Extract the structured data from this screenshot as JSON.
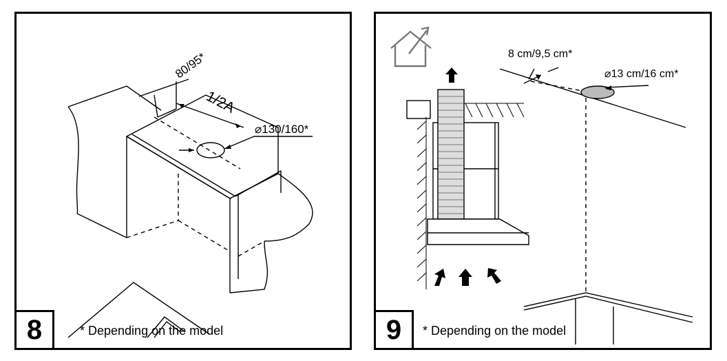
{
  "panel_8": {
    "step": "8",
    "footnote": "* Depending on the model",
    "label_distance": "80/95*",
    "label_half": "1/2A",
    "label_diameter": "⌀130/160*"
  },
  "panel_9": {
    "step": "9",
    "footnote": "* Depending on the model",
    "label_distance": "8 cm/9,5 cm*",
    "label_diameter": "⌀13 cm/16 cm*"
  }
}
